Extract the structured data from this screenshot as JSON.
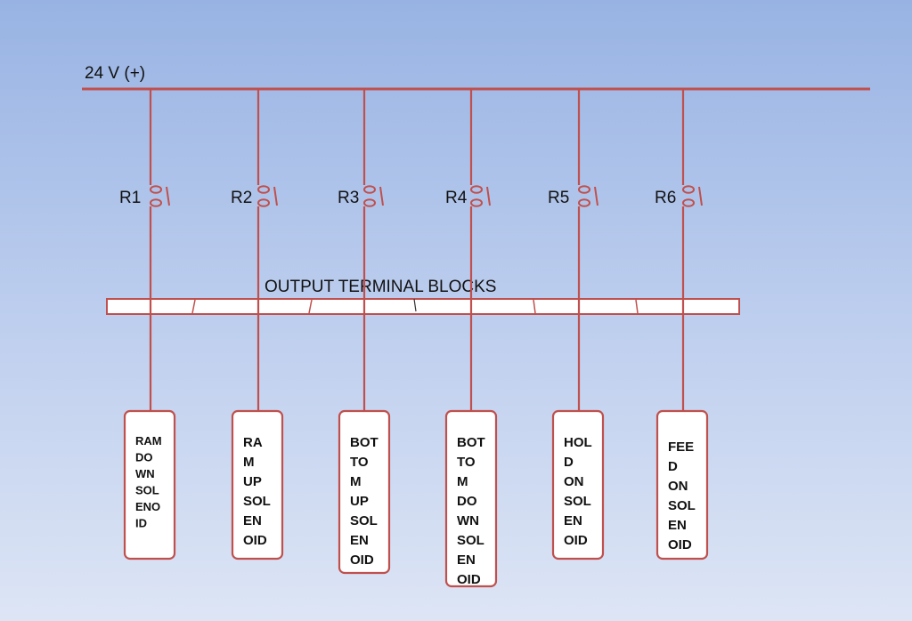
{
  "colors": {
    "wire": "#c0504d",
    "box_fill": "#ffffff",
    "text": "#111111"
  },
  "rail": {
    "label": "24 V (+)"
  },
  "terminal_block": {
    "label": "OUTPUT TERMINAL BLOCKS"
  },
  "relays": [
    "R1",
    "R2",
    "R3",
    "R4",
    "R5",
    "R6"
  ],
  "solenoids": [
    {
      "lines": [
        "RAM",
        "DO",
        "WN",
        "SOL",
        "ENO",
        "ID"
      ]
    },
    {
      "lines": [
        "RA",
        "M",
        "UP",
        "SOL",
        "EN",
        "OID"
      ]
    },
    {
      "lines": [
        "BOT",
        "TO",
        "M",
        "UP",
        "SOL",
        "EN",
        "OID"
      ]
    },
    {
      "lines": [
        "BOT",
        "TO",
        "M",
        "DO",
        "WN",
        "SOL",
        "EN",
        "OID"
      ]
    },
    {
      "lines": [
        "HOL",
        "D",
        "ON",
        "SOL",
        "EN",
        "OID"
      ]
    },
    {
      "lines": [
        "FEE",
        "D",
        "ON",
        "SOL",
        "EN",
        "OID"
      ]
    }
  ]
}
